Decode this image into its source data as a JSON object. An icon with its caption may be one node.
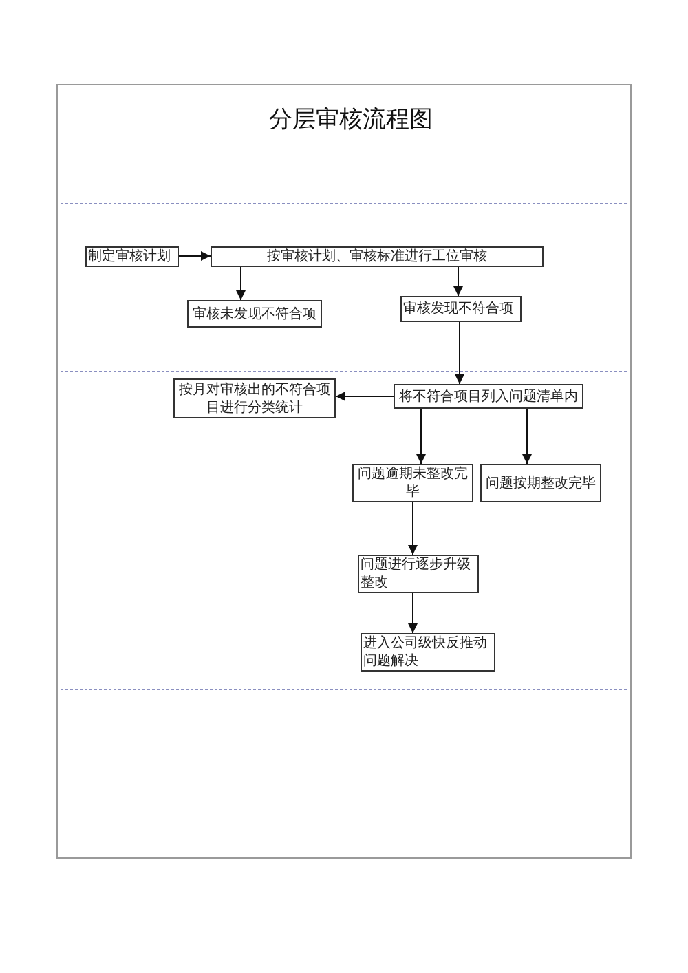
{
  "diagram": {
    "title": "分层审核流程图",
    "nodes": [
      {
        "text": [
          "制定审核计划"
        ]
      },
      {
        "text": [
          "按审核计划、审核标准进行工位审核"
        ]
      },
      {
        "text": [
          "审核未发现不符合项"
        ]
      },
      {
        "text": [
          "审核发现不符合项"
        ]
      },
      {
        "text": [
          "按月对审核出的不符合项目进行分类统计"
        ]
      },
      {
        "text": [
          "将不符合项目列入问题清单内"
        ]
      },
      {
        "text": [
          "问题逾期未整改完毕"
        ]
      },
      {
        "text": [
          "问题按期整改完毕"
        ]
      },
      {
        "text": [
          "问题进行逐步升级整改"
        ]
      },
      {
        "text": [
          "进入公司级快反推动问题解决"
        ]
      }
    ],
    "edges": [
      {
        "from": 0,
        "to": 1,
        "arrow": "to"
      },
      {
        "from": 1,
        "to": 2,
        "arrow": "to"
      },
      {
        "from": 1,
        "to": 3,
        "arrow": "to"
      },
      {
        "from": 3,
        "to": 5,
        "arrow": "to"
      },
      {
        "from": 5,
        "to": 4,
        "arrow": "to"
      },
      {
        "from": 5,
        "to": 6,
        "arrow": "to"
      },
      {
        "from": 5,
        "to": 7,
        "arrow": "to"
      },
      {
        "from": 6,
        "to": 8,
        "arrow": "to"
      },
      {
        "from": 8,
        "to": 9,
        "arrow": "to"
      }
    ]
  }
}
